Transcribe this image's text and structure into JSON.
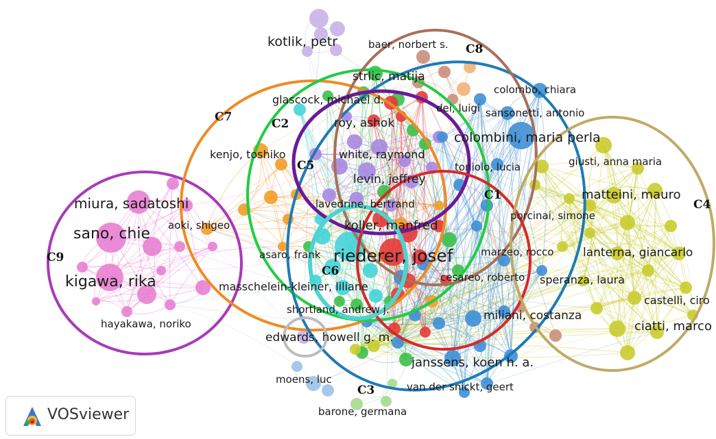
{
  "clusters": [
    {
      "id": "C1",
      "color": "#d62728"
    },
    {
      "id": "C2",
      "color": "#2ecc40"
    },
    {
      "id": "C3",
      "color": "#1f77b4"
    },
    {
      "id": "C4",
      "color": "#bfae6b"
    },
    {
      "id": "C5",
      "color": "#6a0dad"
    },
    {
      "id": "C6",
      "color": "#48d1cc"
    },
    {
      "id": "C7",
      "color": "#f39c12"
    },
    {
      "id": "C8",
      "color": "#a0522d"
    },
    {
      "id": "C9",
      "color": "#a83ab8"
    }
  ],
  "labels": {
    "kotlik": "kotlik, petr",
    "baer": "baer, norbert s.",
    "strlic": "strlic, matija",
    "colombo": "colombo, chiara",
    "glascock": "glascock, michael d.",
    "dei": "dei, luigi",
    "sansonetti": "sansonetti, antonio",
    "roy": "roy, ashok",
    "colombini": "colombini, maria perla",
    "kenjo": "kenjo, toshiko",
    "white": "white, raymond",
    "toniolo": "toniolo, lucia",
    "giusti": "giusti, anna maria",
    "levin": "levin, jeffrey",
    "miura": "miura, sadatoshi",
    "matteini": "matteini, mauro",
    "lavedrine": "lavedrine, bertrand",
    "porcinai": "porcinai, simone",
    "aoki": "aoki, shigeo",
    "koller": "koller, manfred",
    "sano": "sano, chie",
    "riederer": "riederer, josef",
    "asaro": "asaro, frank",
    "marzeo": "marzeo, rocco",
    "lanterna": "lanterna, giancarlo",
    "kigawa": "kigawa, rika",
    "masschelein": "masschelein-kleiner, liliane",
    "cesareo": "cesareo, roberto",
    "speranza": "speranza, laura",
    "castelli": "castelli, ciro",
    "shortland": "shortland, andrew j.",
    "miliani": "miliani, costanza",
    "ciatti": "ciatti, marco",
    "hayakawa": "hayakawa, noriko",
    "edwards": "edwards, howell g. m.",
    "janssens": "janssens, koen h. a.",
    "moens": "moens, luc",
    "vandersnickt": "van der snickt, geert",
    "barone": "barone, germana"
  },
  "badge": {
    "text": "VOSviewer"
  }
}
